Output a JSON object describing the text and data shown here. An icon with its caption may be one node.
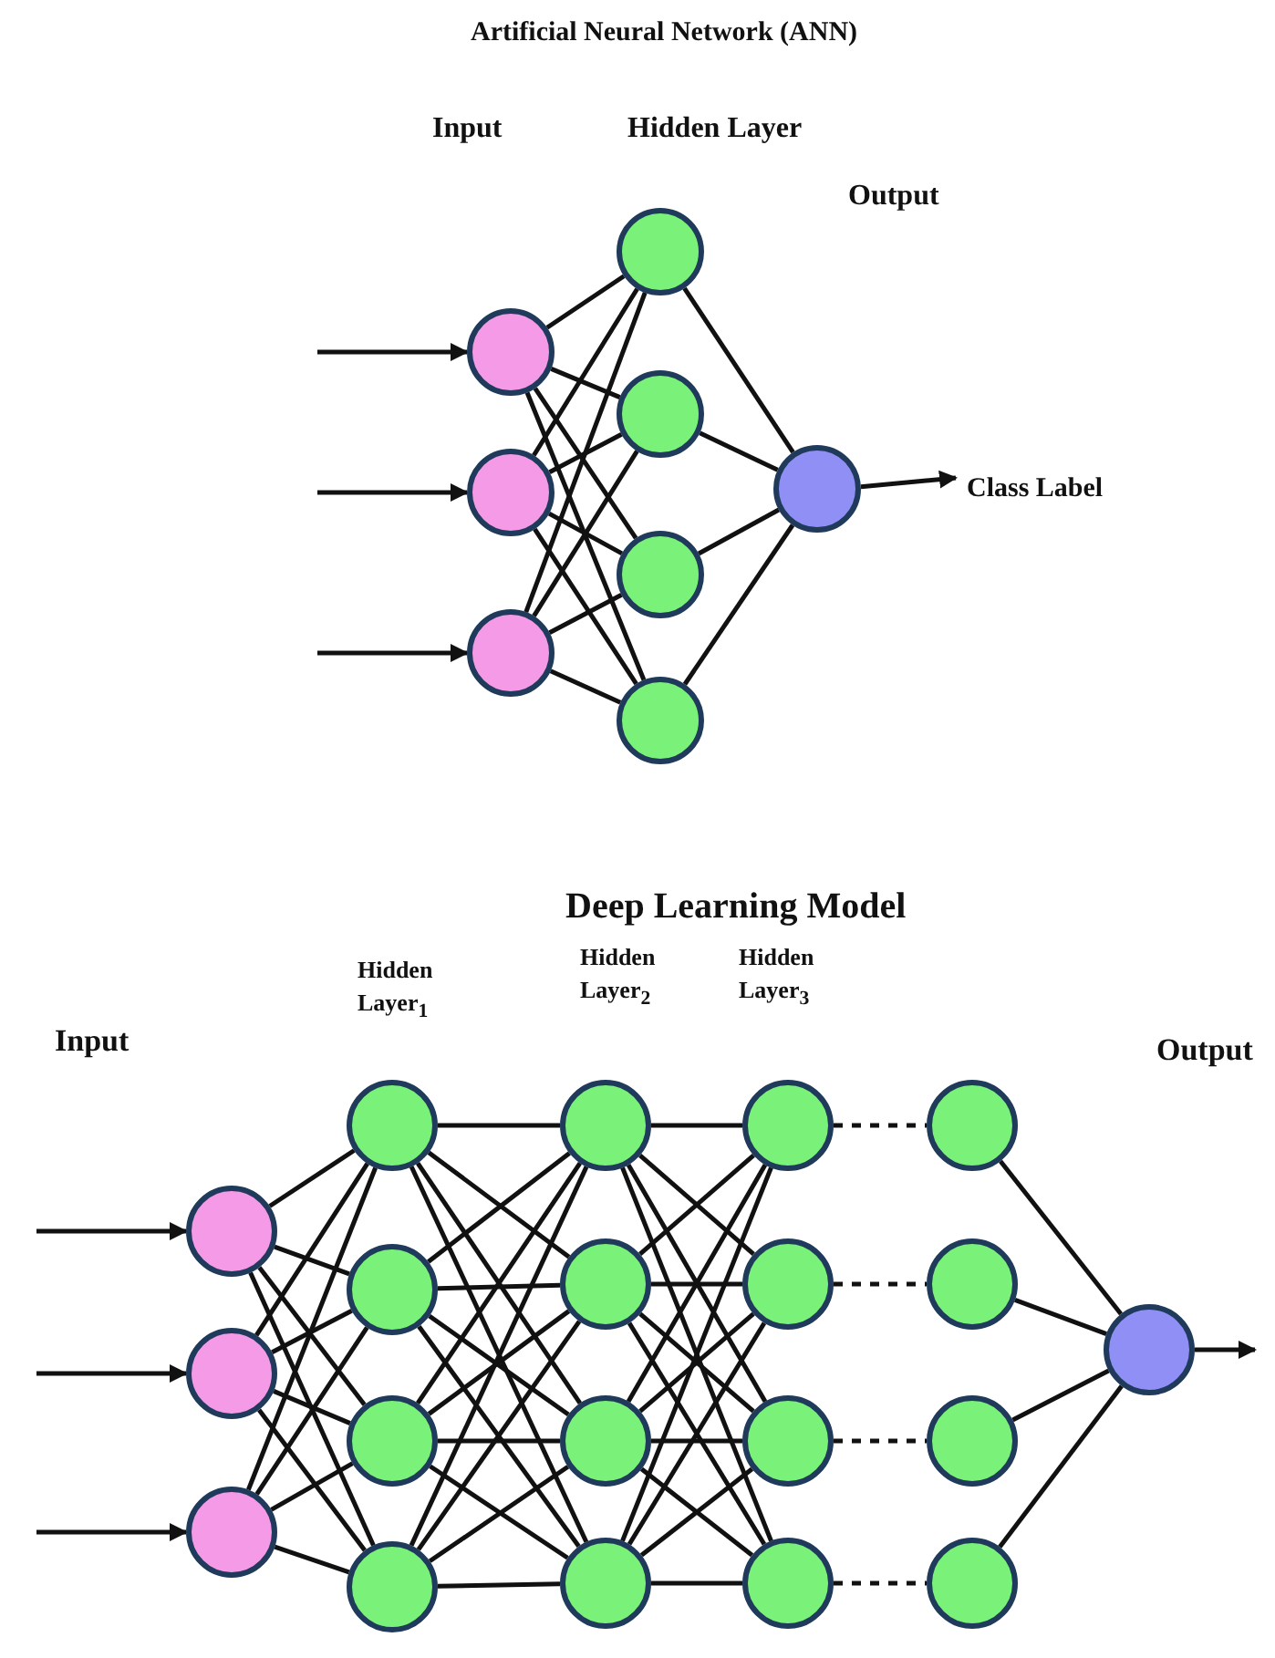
{
  "diagram": {
    "nodes": [
      {
        "text": [],
        "shape": "circle"
      },
      {
        "text": [],
        "shape": "circle"
      },
      {
        "text": [],
        "shape": "circle"
      },
      {
        "text": [],
        "shape": "circle"
      },
      {
        "text": [],
        "shape": "circle"
      },
      {
        "text": [],
        "shape": "circle"
      },
      {
        "text": [],
        "shape": "circle"
      },
      {
        "text": [],
        "shape": "circle"
      },
      {
        "text": [
          "Class Label"
        ]
      },
      {
        "text": [],
        "shape": "circle"
      },
      {
        "text": [],
        "shape": "circle"
      },
      {
        "text": [],
        "shape": "circle"
      },
      {
        "text": [],
        "shape": "circle"
      },
      {
        "text": [],
        "shape": "circle"
      },
      {
        "text": [],
        "shape": "circle"
      },
      {
        "text": [],
        "shape": "circle"
      },
      {
        "text": [],
        "shape": "circle"
      },
      {
        "text": [],
        "shape": "circle"
      },
      {
        "text": [],
        "shape": "circle"
      },
      {
        "text": [],
        "shape": "circle"
      },
      {
        "text": [],
        "shape": "circle"
      },
      {
        "text": [],
        "shape": "circle"
      },
      {
        "text": [],
        "shape": "circle"
      },
      {
        "text": [],
        "shape": "circle"
      },
      {
        "text": [],
        "shape": "circle"
      },
      {
        "text": [],
        "shape": "circle"
      },
      {
        "text": [],
        "shape": "circle"
      },
      {
        "text": [],
        "shape": "circle"
      },
      {
        "text": [],
        "shape": "circle"
      }
    ],
    "edges": [
      {
        "from": null,
        "to": 0,
        "arrow": "to"
      },
      {
        "from": null,
        "to": 1,
        "arrow": "to"
      },
      {
        "from": null,
        "to": 2,
        "arrow": "to"
      },
      {
        "from": 0,
        "to": 3,
        "arrow": "none"
      },
      {
        "from": 0,
        "to": 4,
        "arrow": "none"
      },
      {
        "from": 0,
        "to": 5,
        "arrow": "none"
      },
      {
        "from": 0,
        "to": 6,
        "arrow": "none"
      },
      {
        "from": 1,
        "to": 3,
        "arrow": "none"
      },
      {
        "from": 1,
        "to": 4,
        "arrow": "none"
      },
      {
        "from": 1,
        "to": 5,
        "arrow": "none"
      },
      {
        "from": 1,
        "to": 6,
        "arrow": "none"
      },
      {
        "from": 2,
        "to": 3,
        "arrow": "none"
      },
      {
        "from": 2,
        "to": 4,
        "arrow": "none"
      },
      {
        "from": 2,
        "to": 5,
        "arrow": "none"
      },
      {
        "from": 2,
        "to": 6,
        "arrow": "none"
      },
      {
        "from": 3,
        "to": 7,
        "arrow": "none"
      },
      {
        "from": 4,
        "to": 7,
        "arrow": "none"
      },
      {
        "from": 5,
        "to": 7,
        "arrow": "none"
      },
      {
        "from": 6,
        "to": 7,
        "arrow": "none"
      },
      {
        "from": 7,
        "to": 8,
        "arrow": "to"
      },
      {
        "from": null,
        "to": 9,
        "arrow": "to"
      },
      {
        "from": null,
        "to": 10,
        "arrow": "to"
      },
      {
        "from": null,
        "to": 11,
        "arrow": "to"
      },
      {
        "from": 9,
        "to": 12,
        "arrow": "none"
      },
      {
        "from": 9,
        "to": 13,
        "arrow": "none"
      },
      {
        "from": 9,
        "to": 14,
        "arrow": "none"
      },
      {
        "from": 9,
        "to": 15,
        "arrow": "none"
      },
      {
        "from": 10,
        "to": 12,
        "arrow": "none"
      },
      {
        "from": 10,
        "to": 13,
        "arrow": "none"
      },
      {
        "from": 10,
        "to": 14,
        "arrow": "none"
      },
      {
        "from": 10,
        "to": 15,
        "arrow": "none"
      },
      {
        "from": 11,
        "to": 12,
        "arrow": "none"
      },
      {
        "from": 11,
        "to": 13,
        "arrow": "none"
      },
      {
        "from": 11,
        "to": 14,
        "arrow": "none"
      },
      {
        "from": 11,
        "to": 15,
        "arrow": "none"
      },
      {
        "from": 12,
        "to": 16,
        "arrow": "none"
      },
      {
        "from": 12,
        "to": 17,
        "arrow": "none"
      },
      {
        "from": 12,
        "to": 18,
        "arrow": "none"
      },
      {
        "from": 12,
        "to": 19,
        "arrow": "none"
      },
      {
        "from": 13,
        "to": 16,
        "arrow": "none"
      },
      {
        "from": 13,
        "to": 17,
        "arrow": "none"
      },
      {
        "from": 13,
        "to": 18,
        "arrow": "none"
      },
      {
        "from": 13,
        "to": 19,
        "arrow": "none"
      },
      {
        "from": 14,
        "to": 16,
        "arrow": "none"
      },
      {
        "from": 14,
        "to": 17,
        "arrow": "none"
      },
      {
        "from": 14,
        "to": 18,
        "arrow": "none"
      },
      {
        "from": 14,
        "to": 19,
        "arrow": "none"
      },
      {
        "from": 15,
        "to": 16,
        "arrow": "none"
      },
      {
        "from": 15,
        "to": 17,
        "arrow": "none"
      },
      {
        "from": 15,
        "to": 18,
        "arrow": "none"
      },
      {
        "from": 15,
        "to": 19,
        "arrow": "none"
      },
      {
        "from": 16,
        "to": 20,
        "arrow": "none"
      },
      {
        "from": 16,
        "to": 21,
        "arrow": "none"
      },
      {
        "from": 16,
        "to": 22,
        "arrow": "none"
      },
      {
        "from": 16,
        "to": 23,
        "arrow": "none"
      },
      {
        "from": 17,
        "to": 20,
        "arrow": "none"
      },
      {
        "from": 17,
        "to": 21,
        "arrow": "none"
      },
      {
        "from": 17,
        "to": 22,
        "arrow": "none"
      },
      {
        "from": 17,
        "to": 23,
        "arrow": "none"
      },
      {
        "from": 18,
        "to": 20,
        "arrow": "none"
      },
      {
        "from": 18,
        "to": 21,
        "arrow": "none"
      },
      {
        "from": 18,
        "to": 22,
        "arrow": "none"
      },
      {
        "from": 18,
        "to": 23,
        "arrow": "none"
      },
      {
        "from": 19,
        "to": 20,
        "arrow": "none"
      },
      {
        "from": 19,
        "to": 21,
        "arrow": "none"
      },
      {
        "from": 19,
        "to": 22,
        "arrow": "none"
      },
      {
        "from": 19,
        "to": 23,
        "arrow": "none"
      },
      {
        "from": 20,
        "to": 24,
        "arrow": "none",
        "style": "dashed"
      },
      {
        "from": 21,
        "to": 25,
        "arrow": "none",
        "style": "dashed"
      },
      {
        "from": 22,
        "to": 26,
        "arrow": "none",
        "style": "dashed"
      },
      {
        "from": 23,
        "to": 27,
        "arrow": "none",
        "style": "dashed"
      },
      {
        "from": 24,
        "to": 28,
        "arrow": "none"
      },
      {
        "from": 25,
        "to": 28,
        "arrow": "none"
      },
      {
        "from": 26,
        "to": 28,
        "arrow": "none"
      },
      {
        "from": 27,
        "to": 28,
        "arrow": "none"
      },
      {
        "from": 28,
        "to": null,
        "arrow": "to"
      }
    ],
    "labels": [
      "Artificial Neural Network (ANN)",
      "Input",
      "Hidden Layer",
      "Output",
      "Deep Learning Model",
      "Hidden Layer$_{1}$",
      "Hidden Layer$_{2}$",
      "Hidden Layer$_{3}$",
      "Input",
      "Output"
    ]
  }
}
